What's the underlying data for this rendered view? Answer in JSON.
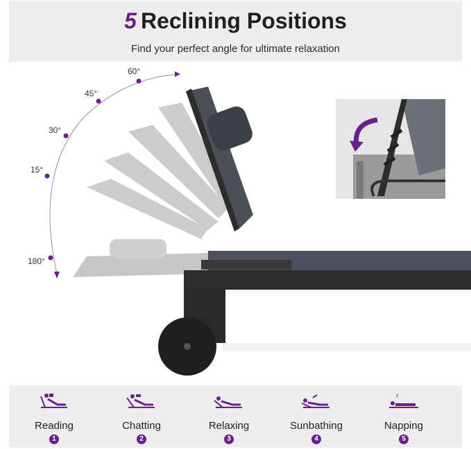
{
  "header": {
    "title_number": "5",
    "title_text": "Reclining Positions",
    "subtitle": "Find your perfect angle for ultimate relaxation"
  },
  "angles": [
    "60°",
    "45°",
    "30°",
    "15°",
    "180°"
  ],
  "positions": [
    {
      "label": "Reading",
      "number": "1"
    },
    {
      "label": "Chatting",
      "number": "2"
    },
    {
      "label": "Relaxing",
      "number": "3"
    },
    {
      "label": "Sunbathing",
      "number": "4"
    },
    {
      "label": "Napping",
      "number": "5"
    }
  ],
  "colors": {
    "accent": "#6a1f8e",
    "frame": "#2d2d2d",
    "panel": "#ededed"
  },
  "icons": {
    "positions": "reclining-person-icon",
    "inset_arrow": "curved-arrow-icon"
  }
}
